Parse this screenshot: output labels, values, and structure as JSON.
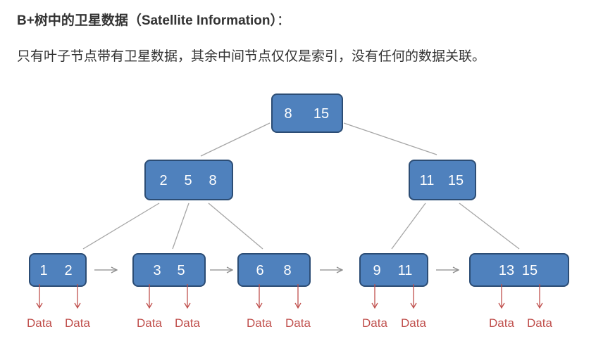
{
  "heading": {
    "main": "B+树中的卫星数据（Satellite Information）",
    "colon": "："
  },
  "paragraph": "只有叶子节点带有卫星数据，其余中间节点仅仅是索引，没有任何的数据关联。",
  "tree": {
    "root": {
      "keys": [
        "8",
        "15"
      ]
    },
    "internal": [
      {
        "keys": [
          "2",
          "5",
          "8"
        ]
      },
      {
        "keys": [
          "11",
          "15"
        ]
      }
    ],
    "leaves": [
      {
        "keys": [
          "1",
          "2"
        ],
        "data": [
          "Data",
          "Data"
        ]
      },
      {
        "keys": [
          "3",
          "5"
        ],
        "data": [
          "Data",
          "Data"
        ]
      },
      {
        "keys": [
          "6",
          "8"
        ],
        "data": [
          "Data",
          "Data"
        ]
      },
      {
        "keys": [
          "9",
          "11"
        ],
        "data": [
          "Data",
          "Data"
        ]
      },
      {
        "keys": [
          "13",
          "15"
        ],
        "data": [
          "Data",
          "Data"
        ]
      }
    ],
    "colors": {
      "node_fill": "#4f81bd",
      "node_border": "#2c4d75",
      "data_color": "#c0504d",
      "edge_color": "#a6a6a6"
    }
  }
}
